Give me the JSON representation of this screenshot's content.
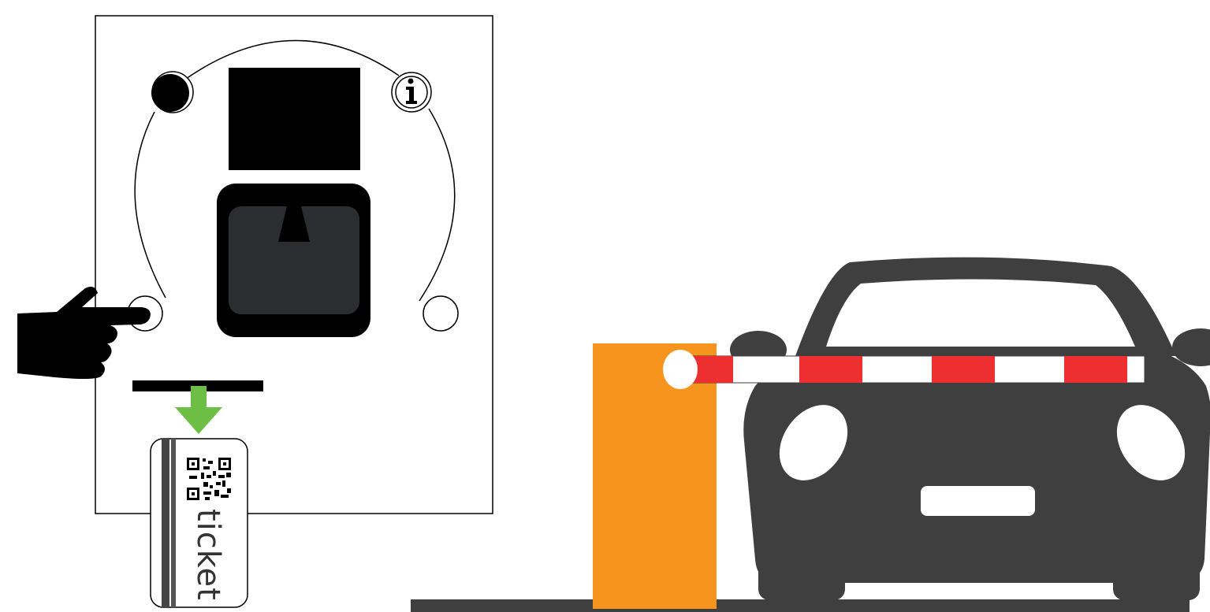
{
  "ticket": {
    "label": "ticket"
  },
  "colors": {
    "machine_panel": "#ffffff",
    "outline": "#000000",
    "slot_inner": "#2b2d30",
    "car_body": "#3f3f3f",
    "road": "#3f3f3f",
    "barrier_post": "#f7941d",
    "barrier_red": "#ed2f31",
    "arrow_green": "#6cbe45",
    "ticket_text": "#333333"
  },
  "icons": {
    "top_left_button": "filled-circle-icon",
    "top_right_button": "info-icon",
    "bottom_left_button": "empty-circle-button",
    "bottom_right_button": "empty-circle-button",
    "hand": "pointing-hand-icon",
    "arrow": "down-arrow-icon",
    "qr": "qr-code-icon",
    "car": "car-front-icon"
  }
}
